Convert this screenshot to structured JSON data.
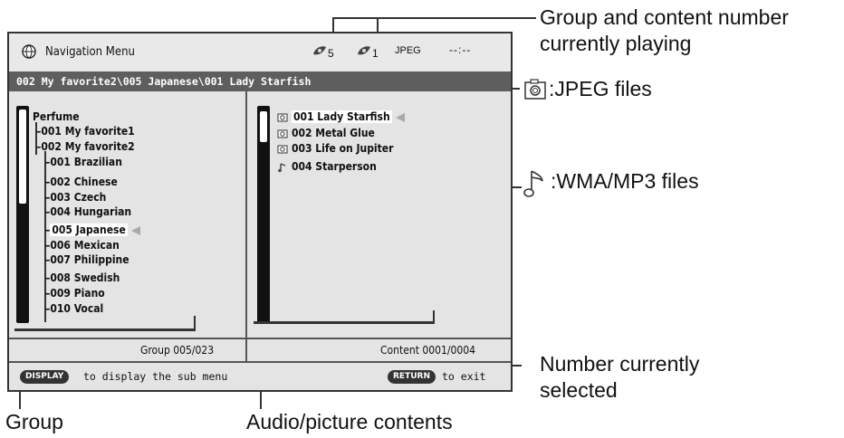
{
  "header": {
    "title": "Navigation  Menu",
    "group_number": "5",
    "content_number": "1",
    "file_type": "JPEG",
    "time": "--:--"
  },
  "path": "002 My favorite2\\005 Japanese\\001 Lady Starfish",
  "group_tree": [
    {
      "label": "Perfume"
    },
    {
      "label": "001 My favorite1"
    },
    {
      "label": "002 My favorite2"
    },
    {
      "label": "001 Brazilian"
    },
    {
      "label": "002 Chinese"
    },
    {
      "label": "003 Czech"
    },
    {
      "label": "004 Hungarian"
    },
    {
      "label": "005 Japanese"
    },
    {
      "label": "006 Mexican"
    },
    {
      "label": "007 Philippine"
    },
    {
      "label": "008 Swedish"
    },
    {
      "label": "009 Piano"
    },
    {
      "label": "010 Vocal"
    }
  ],
  "contents": [
    {
      "label": "001 Lady Starfish",
      "icon": "jpeg-icon"
    },
    {
      "label": "002 Metal Glue",
      "icon": "jpeg-icon"
    },
    {
      "label": "003 Life on Jupiter",
      "icon": "jpeg-icon"
    },
    {
      "label": "004 Starperson",
      "icon": "music-note-icon"
    }
  ],
  "counters": {
    "group": "Group  005/023",
    "content": "Content  0001/0004"
  },
  "help": {
    "display_button": "DISPLAY",
    "display_text": "to display the sub menu",
    "return_button": "RETURN",
    "return_text": "to exit"
  },
  "callouts": {
    "group_content_line1": "Group and content number",
    "group_content_line2": "currently playing",
    "jpeg_files": ":JPEG files",
    "wma_mp3_files": ":WMA/MP3 files",
    "number_selected_line1": "Number currently",
    "number_selected_line2": "selected",
    "group": "Group",
    "audio_picture": "Audio/picture contents"
  }
}
